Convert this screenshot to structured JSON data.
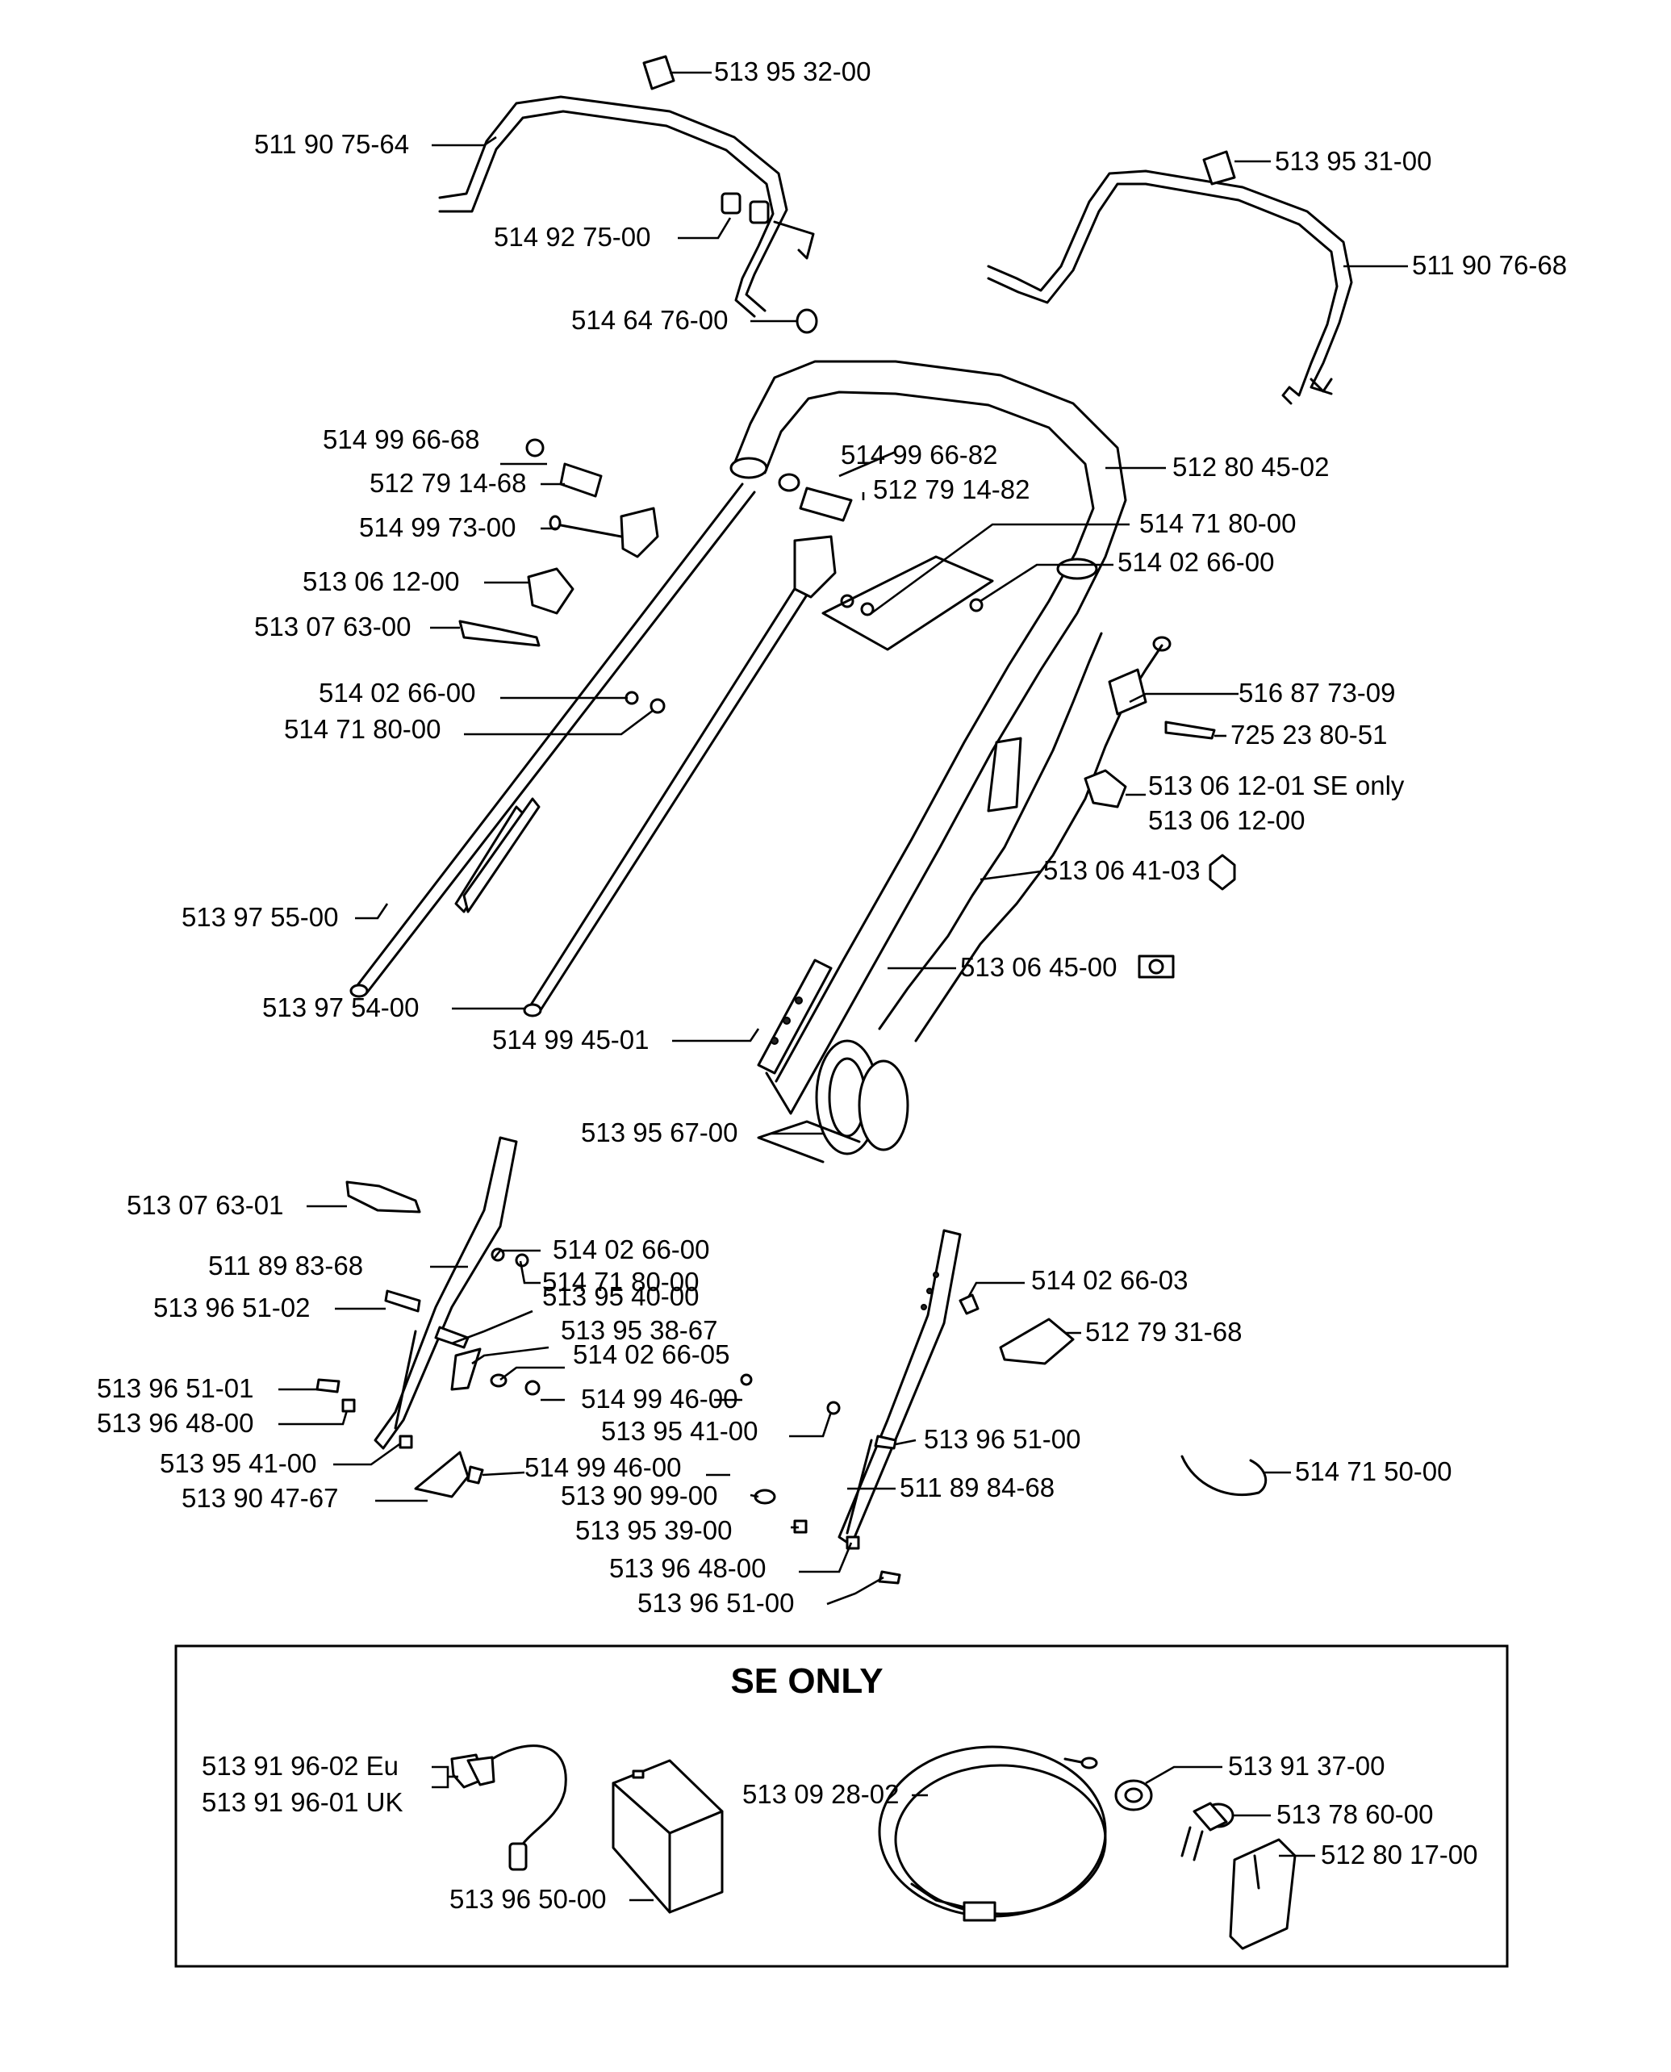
{
  "labels": {
    "p_513953200": "513 95 32-00",
    "p_511907564": "511 90 75-64",
    "p_514927500": "514 92 75-00",
    "p_514647600": "514 64 76-00",
    "p_513953100": "513 95 31-00",
    "p_511907668": "511 90 76-68",
    "p_514996668": "514 99 66-68",
    "p_512791468": "512 79 14-68",
    "p_514997300": "514 99 73-00",
    "p_513061200a": "513 06 12-00",
    "p_513076300": "513 07 63-00",
    "p_514026600a": "514 02 66-00",
    "p_514718000a": "514 71 80-00",
    "p_514996682": "514 99 66-82",
    "p_512791482": "512 79 14-82",
    "p_512804502": "512 80 45-02",
    "p_514718000b": "514 71 80-00",
    "p_514026600b": "514 02 66-00",
    "p_516877309": "516 87 73-09",
    "p_725238051": "725 23 80-51",
    "p_513061201": "513 06 12-01  SE only",
    "p_513061200b": "513 06 12-00",
    "p_513064103": "513 06 41-03",
    "p_513064500": "513 06 45-00",
    "p_513975500": "513 97 55-00",
    "p_513975400": "513 97 54-00",
    "p_514994501": "514 99 45-01",
    "p_513956700": "513 95 67-00",
    "p_513076301": "513 07 63-01",
    "p_514026600c": "514 02 66-00",
    "p_514718000c": "514 71 80-00",
    "p_511898368": "511 89 83-68",
    "p_513965102": "513 96 51-02",
    "p_513954000": "513 95 40-00",
    "p_513953867": "513 95 38-67",
    "p_514026605": "514 02 66-05",
    "p_514994600a": "514 99 46-00",
    "p_513965101": "513 96 51-01",
    "p_513964800a": "513 96 48-00",
    "p_513954100a": "513 95 41-00",
    "p_513904767": "513 90 47-67",
    "p_514994600b": "514 99 46-00",
    "p_513909900": "513 90 99-00",
    "p_513953900": "513 95 39-00",
    "p_513964800b": "513 96 48-00",
    "p_513965100a": "513 96 51-00",
    "p_514026603": "514 02 66-03",
    "p_512793168": "512 79 31-68",
    "p_513954100b": "513 95 41-00",
    "p_513965100b": "513 96 51-00",
    "p_511898468": "511 89 84-68",
    "p_514715000": "514 71 50-00",
    "p_513919602": "513 91 96-02 Eu",
    "p_513919601": "513 91 96-01 UK",
    "p_513965000": "513 96 50-00",
    "p_513092802": "513 09 28-02",
    "p_513913700": "513 91 37-00",
    "p_513786000": "513 78 60-00",
    "p_512801700": "512 80 17-00"
  },
  "se_box": {
    "title": "SE ONLY"
  },
  "icons": [
    "hexagon-icon",
    "socket-icon",
    "key-icon",
    "battery-icon"
  ]
}
